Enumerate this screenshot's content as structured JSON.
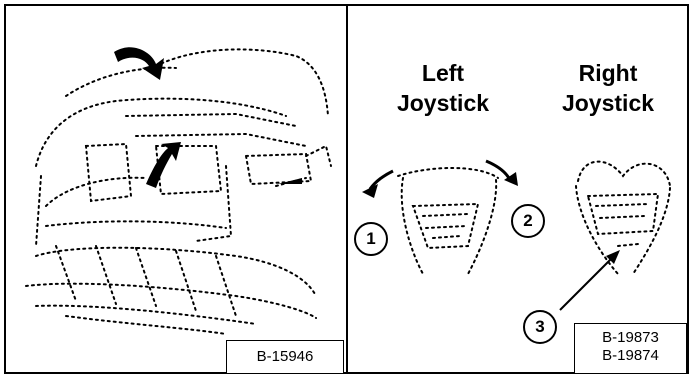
{
  "left_panel": {
    "figure_label": "B-15946"
  },
  "right_panel": {
    "left_joystick_title": "Left\nJoystick",
    "right_joystick_title": "Right\nJoystick",
    "callouts": [
      "1",
      "2",
      "3"
    ],
    "figure_labels": [
      "B-19873",
      "B-19874"
    ]
  },
  "colors": {
    "ink": "#000000",
    "paper": "#ffffff"
  }
}
